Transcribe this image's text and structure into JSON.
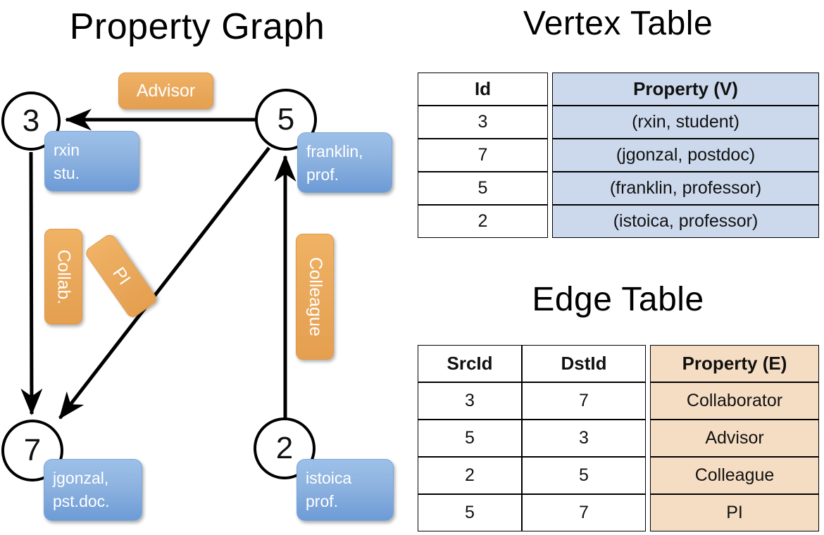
{
  "titles": {
    "graph": "Property Graph",
    "vertex_table": "Vertex Table",
    "edge_table": "Edge Table"
  },
  "graph": {
    "nodes": [
      {
        "id": "3",
        "property": {
          "line1": "rxin",
          "line2": "stu."
        }
      },
      {
        "id": "5",
        "property": {
          "line1": "franklin,",
          "line2": "prof."
        }
      },
      {
        "id": "7",
        "property": {
          "line1": "jgonzal,",
          "line2": "pst.doc."
        }
      },
      {
        "id": "2",
        "property": {
          "line1": "istoica",
          "line2": "prof."
        }
      }
    ],
    "edge_labels": {
      "advisor": "Advisor",
      "collab": "Collab.",
      "pi": "PI",
      "colleague": "Colleague"
    }
  },
  "vertex_table": {
    "headers": {
      "id": "Id",
      "property": "Property (V)"
    },
    "rows": [
      {
        "id": "3",
        "property": "(rxin, student)"
      },
      {
        "id": "7",
        "property": "(jgonzal, postdoc)"
      },
      {
        "id": "5",
        "property": "(franklin, professor)"
      },
      {
        "id": "2",
        "property": "(istoica, professor)"
      }
    ]
  },
  "edge_table": {
    "headers": {
      "src": "SrcId",
      "dst": "DstId",
      "property": "Property (E)"
    },
    "rows": [
      {
        "src": "3",
        "dst": "7",
        "property": "Collaborator"
      },
      {
        "src": "5",
        "dst": "3",
        "property": "Advisor"
      },
      {
        "src": "2",
        "dst": "5",
        "property": "Colleague"
      },
      {
        "src": "5",
        "dst": "7",
        "property": "PI"
      }
    ]
  },
  "colors": {
    "vertex_property_fill": "#ccd9ec",
    "edge_property_fill": "#f5ddc4",
    "node_box_blue": "#8fb4e0",
    "edge_label_orange": "#eaa95c",
    "stroke": "#000000",
    "background": "#ffffff"
  }
}
